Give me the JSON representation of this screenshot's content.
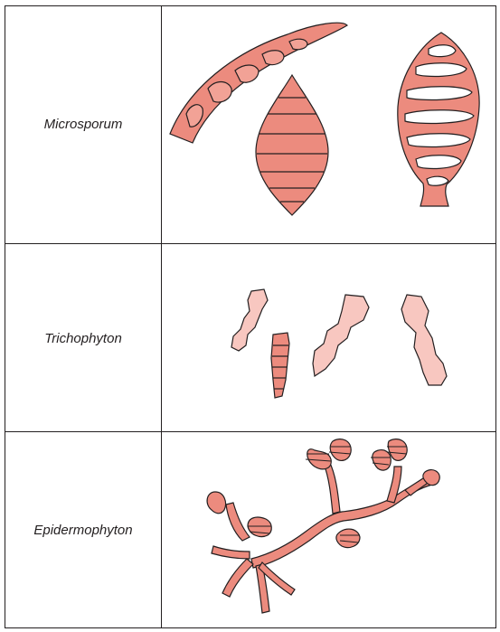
{
  "rows": [
    {
      "genus": "Microsporum"
    },
    {
      "genus": "Trichophyton"
    },
    {
      "genus": "Epidermophyton"
    }
  ],
  "colors": {
    "macroconidia_fill": "#ec8b7e",
    "microconidia_fill": "#f8c7c0",
    "outline": "#231f20"
  }
}
